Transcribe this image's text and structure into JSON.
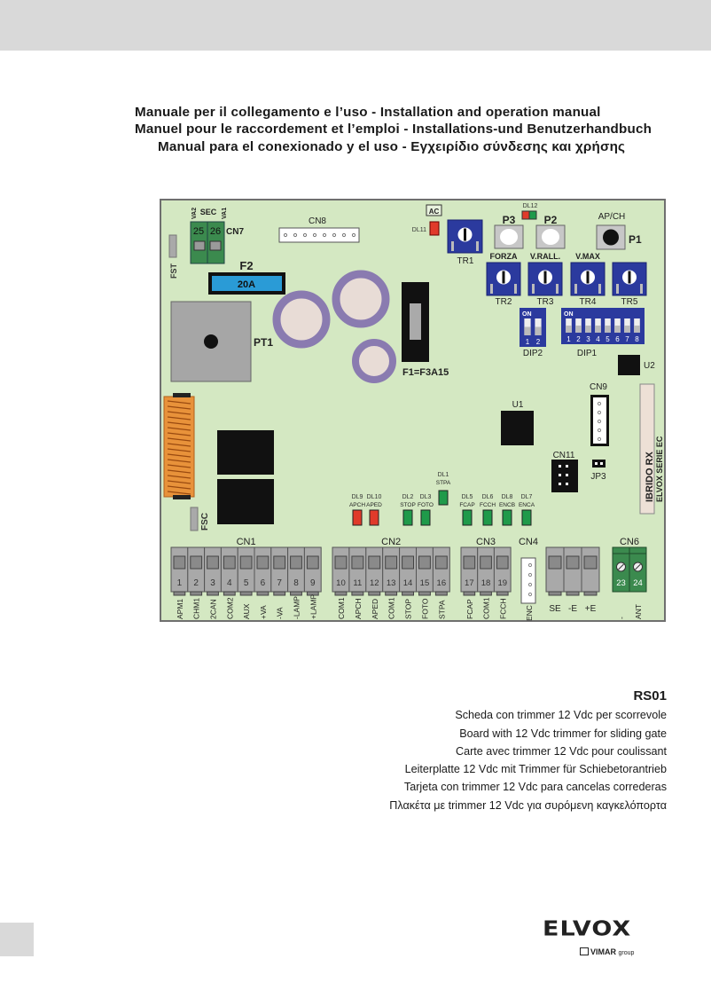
{
  "header": {
    "title_lines": [
      "Manuale per il collegamento e l’uso - Installation and operation manual",
      "Manuel pour le raccordement et l’emploi - Installations-und Benutzerhandbuch",
      "Manual para el conexionado y el uso - Εγχειρίδιο σύνδεσης και χρήσης"
    ]
  },
  "board": {
    "cn7": {
      "label": "CN7",
      "sec": "SEC",
      "va2": "VA2",
      "va1": "VA1",
      "terminals": [
        "25",
        "26"
      ]
    },
    "fst": "FST",
    "fsc": "FSC",
    "cn8": "CN8",
    "ac": "AC",
    "dl11": "DL11",
    "dl12": "DL12",
    "tr1": "TR1",
    "p3": "P3",
    "p2": "P2",
    "apch": "AP/CH",
    "p1": "P1",
    "trimmers": [
      {
        "label": "TR2",
        "func": "FORZA"
      },
      {
        "label": "TR3",
        "func": "V.RALL."
      },
      {
        "label": "TR4",
        "func": "V.MAX"
      },
      {
        "label": "TR5",
        "func": ""
      }
    ],
    "dip2": {
      "label": "DIP2",
      "on": "ON",
      "switches": [
        "1",
        "2"
      ]
    },
    "dip1": {
      "label": "DIP1",
      "on": "ON",
      "switches": [
        "1",
        "2",
        "3",
        "4",
        "5",
        "6",
        "7",
        "8"
      ]
    },
    "u1": "U1",
    "u2": "U2",
    "f2": {
      "label": "F2",
      "rating": "20A"
    },
    "pt1": "PT1",
    "f1": "F1=F3A15",
    "cn9": "CN9",
    "cn11": "CN11",
    "jp3": "JP3",
    "module": {
      "title": "IBRIDO RX",
      "subtitle": "ELVOX SERIE EC"
    },
    "dl1": {
      "id": "DL1",
      "func": "STPA",
      "color": "#1f9a4a"
    },
    "leds": [
      {
        "id": "DL9",
        "func": "APCH",
        "color": "#e03a2a"
      },
      {
        "id": "DL10",
        "func": "APED",
        "color": "#e03a2a"
      },
      {
        "id": "DL2",
        "func": "STOP",
        "color": "#1f9a4a"
      },
      {
        "id": "DL3",
        "func": "FOTO",
        "color": "#1f9a4a"
      },
      {
        "id": "DL5",
        "func": "FCAP",
        "color": "#1f9a4a"
      },
      {
        "id": "DL6",
        "func": "FCCH",
        "color": "#1f9a4a"
      },
      {
        "id": "DL8",
        "func": "ENCB",
        "color": "#1f9a4a"
      },
      {
        "id": "DL7",
        "func": "ENCA",
        "color": "#1f9a4a"
      }
    ],
    "connectors": [
      {
        "label": "CN1",
        "terminals": [
          {
            "n": "1",
            "name": "APM1"
          },
          {
            "n": "2",
            "name": "CHM1"
          },
          {
            "n": "3",
            "name": "2CAN"
          },
          {
            "n": "4",
            "name": "COM2"
          },
          {
            "n": "5",
            "name": "AUX"
          },
          {
            "n": "6",
            "name": "+VA"
          },
          {
            "n": "7",
            "name": "-VA"
          },
          {
            "n": "8",
            "name": "-LAMP"
          },
          {
            "n": "9",
            "name": "+LAMP"
          }
        ]
      },
      {
        "label": "CN2",
        "terminals": [
          {
            "n": "10",
            "name": "COM1"
          },
          {
            "n": "11",
            "name": "APCH"
          },
          {
            "n": "12",
            "name": "APED"
          },
          {
            "n": "13",
            "name": "COM1"
          },
          {
            "n": "14",
            "name": "STOP"
          },
          {
            "n": "15",
            "name": "FOTO"
          },
          {
            "n": "16",
            "name": "STPA"
          }
        ]
      },
      {
        "label": "CN3",
        "terminals": [
          {
            "n": "17",
            "name": "FCAP"
          },
          {
            "n": "18",
            "name": "COM1"
          },
          {
            "n": "19",
            "name": "FCCH"
          }
        ]
      },
      {
        "label": "CN4",
        "terminals": [
          {
            "n": "",
            "name": "ENC"
          }
        ]
      },
      {
        "label": "",
        "terminals": [
          {
            "n": "",
            "name": "SE"
          },
          {
            "n": "",
            "name": "-E"
          },
          {
            "n": "",
            "name": "+E"
          }
        ]
      },
      {
        "label": "CN6",
        "terminals": [
          {
            "n": "23",
            "name": "-"
          },
          {
            "n": "24",
            "name": "ANT"
          }
        ]
      }
    ],
    "colors": {
      "pcb": "#d4e8c2",
      "trimmer": "#2b3a9e",
      "terminal_green": "#3b8a4e",
      "fuse_blue": "#2a9bd6",
      "capacitor": "#8a7bb0"
    }
  },
  "product": {
    "code": "RS01",
    "descriptions": [
      "Scheda con trimmer 12 Vdc per scorrevole",
      "Board with 12 Vdc trimmer for sliding gate",
      "Carte avec trimmer 12 Vdc pour coulissant",
      "Leiterplatte 12 Vdc mit Trimmer für Schiebetorantrieb",
      "Tarjeta con trimmer 12 Vdc para cancelas correderas",
      "Πλακέτα με trimmer 12 Vdc για συρόμενη καγκελόπορτα"
    ]
  },
  "logo": {
    "brand": "ELVOX",
    "group": "VIMAR",
    "group_suffix": "group"
  }
}
